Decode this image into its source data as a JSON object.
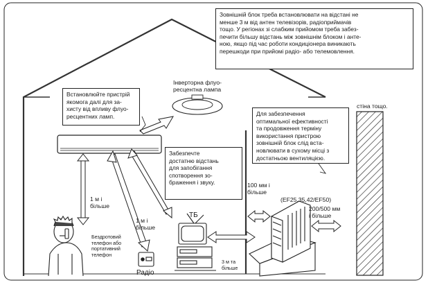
{
  "notes": {
    "top_right": "Зовнішній блок треба встановлювати на відстані не\nменше 3 м від антен телевізорів, радіоприймачів\nтощо. У регіонах зі слабким прийомом треба забез-\nпечити більшу відстань між зовнішнім блоком і анте-\nною, якщо під час роботи кондиціонера виникають\nперешкоди при прийомі радіо- або телемовлення.",
    "fluorescent_advice": "Встановлюйте пристрій\nякомога далі для за-\nхисту від впливу флуо-\nресцентних ламп.",
    "distance_advice": "Забезпечте\nдостатню відстань\nдля запобігання\nспотворення зо-\nбраження і звуку.",
    "outdoor_advice": "Для забезпечення\nоптимальної ефективності\nта продовження терміну\nвикористання пристрою\nзовнішній блок слід вста-\nновлювати в сухому місці з\nдостатньою вентиляцією."
  },
  "labels": {
    "inverter_lamp": "Інверторна флуо-\nресцентна лампа",
    "wall": "стіна тощо.",
    "dist_1m_left": "1 м і\nбільше",
    "dist_1m_mid": "1 м і\nбільше",
    "cordless_phone": "Бездротовий\nтелефон або\nпортативний\nтелефон",
    "radio": "Радіо",
    "tv": "ТБ",
    "dist_3m": "3 м та\nбільше",
    "dist_100mm": "100 мм і\nбільше",
    "model": "(EF25,35,42/EF50)",
    "dist_200_500": "200/500 мм\nі більше"
  }
}
